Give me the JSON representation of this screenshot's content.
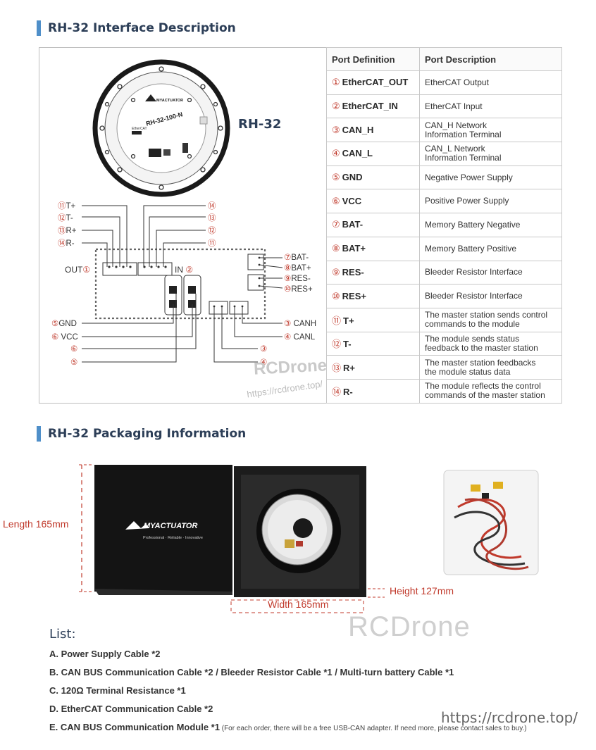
{
  "interface_section": {
    "title": "RH-32 Interface Description"
  },
  "packaging_section": {
    "title": "RH-32 Packaging Information"
  },
  "diagram": {
    "product_label": "RH-32",
    "logo_text": "MYACTUATOR",
    "model_text": "RH-32-100-N",
    "ethercat_text": "EtherCAT",
    "out_label": "OUT",
    "out_num": "①",
    "in_label": "IN",
    "in_num": "②",
    "left_labels": [
      {
        "num": "⑪",
        "text": "T+"
      },
      {
        "num": "⑫",
        "text": "T-"
      },
      {
        "num": "⑬",
        "text": "R+"
      },
      {
        "num": "⑭",
        "text": "R-"
      }
    ],
    "mid_nums": [
      "⑭",
      "⑬",
      "⑫",
      "⑪"
    ],
    "right_labels": [
      {
        "num": "⑦",
        "text": "BAT-"
      },
      {
        "num": "⑧",
        "text": "BAT+"
      },
      {
        "num": "⑨",
        "text": "RES-"
      },
      {
        "num": "⑩",
        "text": "RES+"
      }
    ],
    "bottom_left": [
      {
        "num": "⑤",
        "text": "GND"
      },
      {
        "num": "⑥",
        "text": "VCC"
      },
      {
        "num": "⑥",
        "text": ""
      },
      {
        "num": "⑤",
        "text": ""
      }
    ],
    "bottom_right": [
      {
        "num": "③",
        "text": "CANH"
      },
      {
        "num": "④",
        "text": "CANL"
      },
      {
        "num": "③",
        "text": ""
      },
      {
        "num": "④",
        "text": ""
      }
    ]
  },
  "port_table": {
    "headers": [
      "Port Definition",
      "Port Description"
    ],
    "rows": [
      {
        "num": "①",
        "name": "EtherCAT_OUT",
        "desc1": "EtherCAT Output",
        "desc2": ""
      },
      {
        "num": "②",
        "name": "EtherCAT_IN",
        "desc1": "EtherCAT Input",
        "desc2": ""
      },
      {
        "num": "③",
        "name": "CAN_H",
        "desc1": "CAN_H Network",
        "desc2": "Information Terminal"
      },
      {
        "num": "④",
        "name": "CAN_L",
        "desc1": "CAN_L Network",
        "desc2": "Information Terminal"
      },
      {
        "num": "⑤",
        "name": "GND",
        "desc1": "Negative Power Supply",
        "desc2": ""
      },
      {
        "num": "⑥",
        "name": "VCC",
        "desc1": "Positive Power Supply",
        "desc2": ""
      },
      {
        "num": "⑦",
        "name": "BAT-",
        "desc1": "Memory Battery Negative",
        "desc2": ""
      },
      {
        "num": "⑧",
        "name": "BAT+",
        "desc1": "Memory Battery Positive",
        "desc2": ""
      },
      {
        "num": "⑨",
        "name": "RES-",
        "desc1": "Bleeder Resistor Interface",
        "desc2": ""
      },
      {
        "num": "⑩",
        "name": "RES+",
        "desc1": "Bleeder Resistor Interface",
        "desc2": ""
      },
      {
        "num": "⑪",
        "name": "T+",
        "desc1": "The master station sends control",
        "desc2": "commands to the module"
      },
      {
        "num": "⑫",
        "name": "T-",
        "desc1": "The module sends status",
        "desc2": "feedback to the master station"
      },
      {
        "num": "⑬",
        "name": "R+",
        "desc1": "The master station feedbacks",
        "desc2": "the module status data"
      },
      {
        "num": "⑭",
        "name": "R-",
        "desc1": "The module reflects the control",
        "desc2": "commands of the master station"
      }
    ]
  },
  "packaging": {
    "length": "Length 165mm",
    "width": "Width 165mm",
    "height": "Height 127mm",
    "box_logo": "MYACTUATOR",
    "box_tagline": "Professional · Reliable · Innovative"
  },
  "list": {
    "title": "List:",
    "items": [
      {
        "text": "A. Power Supply  Cable *2",
        "note": ""
      },
      {
        "text": "B. CAN BUS Communication Cable  *2  /  Bleeder Resistor Cable *1  /  Multi-turn battery  Cable *1",
        "note": ""
      },
      {
        "text": "C. 120Ω Terminal Resistance  *1",
        "note": ""
      },
      {
        "text": "D. EtherCAT Communication Cable  *2",
        "note": ""
      },
      {
        "text": "E. CAN BUS Communication Module *1",
        "note": " (For each order, there will be a free USB-CAN adapter. If need more, please contact sales to buy.)"
      }
    ]
  },
  "watermarks": {
    "brand": "RCDrone",
    "url": "https://rcdrone.top/",
    "big_brand": "RCDrone",
    "big_url": "https://rcdrone.top/"
  },
  "colors": {
    "accent": "#4f8fc9",
    "title": "#2c3e57",
    "number": "#c0392b"
  }
}
